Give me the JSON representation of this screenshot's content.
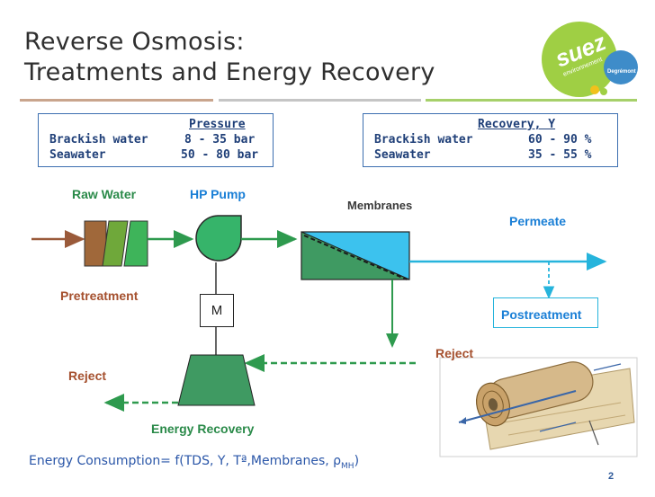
{
  "title": {
    "line1": "Reverse Osmosis:",
    "line2": "Treatments and Energy Recovery"
  },
  "pressure_table": {
    "header": "Pressure",
    "rows": [
      {
        "label": "Brackish water",
        "value": "8 - 35 bar"
      },
      {
        "label": "Seawater",
        "value": "50 - 80 bar"
      }
    ]
  },
  "recovery_table": {
    "header": "Recovery, Y",
    "rows": [
      {
        "label": "Brackish water",
        "value": "60 - 90 %"
      },
      {
        "label": "Seawater",
        "value": "35 - 55 %"
      }
    ]
  },
  "labels": {
    "raw_water": "Raw Water",
    "hp_pump": "HP Pump",
    "membranes": "Membranes",
    "permeate": "Permeate",
    "pretreatment": "Pretreatment",
    "motor": "M",
    "postreatment": "Postreatment",
    "reject_right": "Reject",
    "reject_left": "Reject",
    "energy_recovery": "Energy Recovery"
  },
  "formula": {
    "text": "Energy Consumption= f(TDS, Y, Tª,Membranes, ρ",
    "subscript": "MH",
    "close": ")"
  },
  "logo": {
    "brand": "suez",
    "sub": "environnement",
    "partner": "Degrémont"
  },
  "page_number": "2",
  "colors": {
    "pipe_brown": "#9a5a3a",
    "pipe_green": "#2e9a4e",
    "pipe_cyan": "#26b4dc",
    "pump_green": "#36b46a",
    "membrane_blue": "#3cc2ee",
    "membrane_green": "#3f9a62"
  }
}
